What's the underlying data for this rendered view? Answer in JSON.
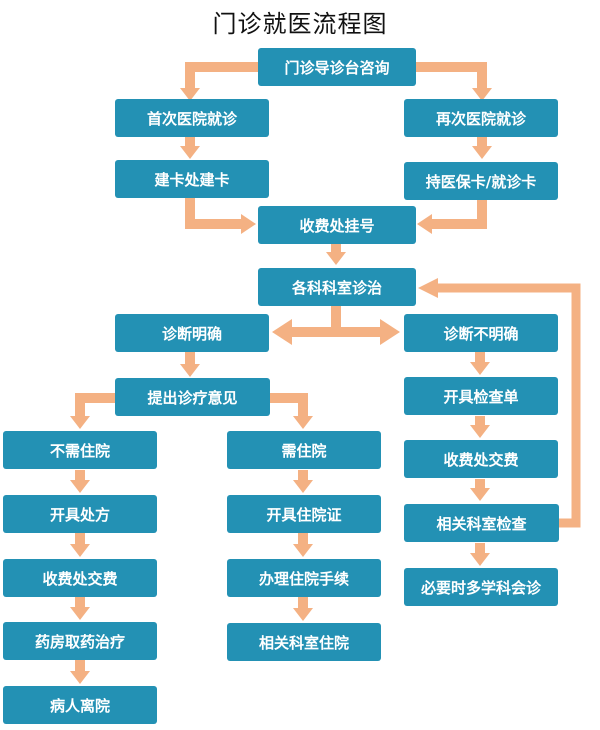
{
  "title": "门诊就医流程图",
  "colors": {
    "box": "#2391b4",
    "arrow": "#f4b183",
    "feedback": "#f4b183"
  },
  "nodes": {
    "consult": "门诊导诊台咨询",
    "first_visit": "首次医院就诊",
    "return_visit": "再次医院就诊",
    "create_card": "建卡处建卡",
    "hold_card": "持医保卡/就诊卡",
    "register": "收费处挂号",
    "department": "各科科室诊治",
    "diagnosis_clear": "诊断明确",
    "diagnosis_unclear": "诊断不明确",
    "treatment_opinion": "提出诊疗意见",
    "no_admission": "不需住院",
    "need_admission": "需住院",
    "prescription": "开具处方",
    "pay_fee_left": "收费处交费",
    "pharmacy": "药房取药治疗",
    "discharge": "病人离院",
    "admission_cert": "开具住院证",
    "admission_proc": "办理住院手续",
    "dept_inpatient": "相关科室住院",
    "exam_order": "开具检查单",
    "pay_fee_right": "收费处交费",
    "dept_exam": "相关科室检查",
    "consultation": "必要时多学科会诊"
  }
}
